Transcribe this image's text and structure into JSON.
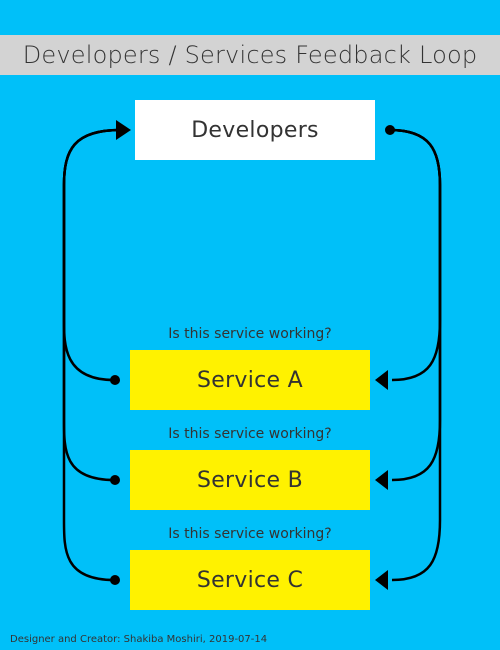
{
  "title": "Developers / Services Feedback Loop",
  "developers_label": "Developers",
  "services": [
    {
      "question": "Is this service working?",
      "label": "Service A"
    },
    {
      "question": "Is this service working?",
      "label": "Service B"
    },
    {
      "question": "Is this service working?",
      "label": "Service C"
    }
  ],
  "credit": "Designer and Creator: Shakiba Moshiri, 2019-07-14",
  "colors": {
    "background": "#00c0f9",
    "title_bar": "#d3d3d3",
    "developers_box": "#ffffff",
    "service_box": "#fff200",
    "connector": "#000000"
  }
}
